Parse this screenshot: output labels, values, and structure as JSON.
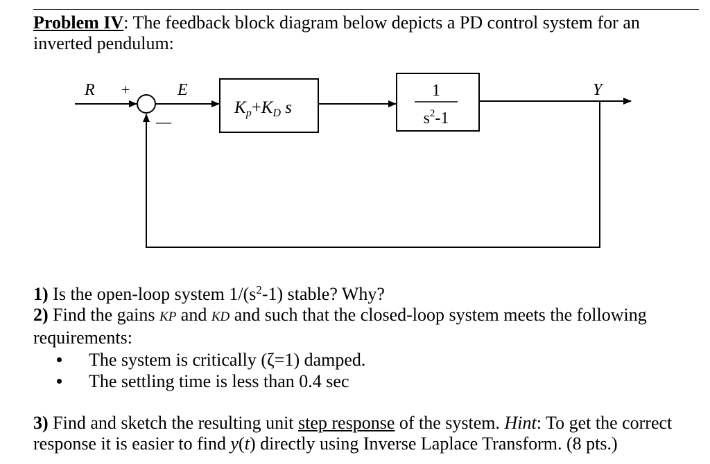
{
  "problem": {
    "heading": "Problem IV",
    "intro": ": The feedback block diagram below depicts a PD control system for an inverted pendulum:"
  },
  "diagram": {
    "signal_r": "R",
    "plus": "+",
    "minus": "—",
    "signal_e": "E",
    "signal_y": "Y",
    "controller": {
      "kp_base": "K",
      "kp_sub": "p",
      "plus": "+",
      "kd_base": "K",
      "kd_sub": "D",
      "s": " s"
    },
    "plant": {
      "numerator": "1",
      "den_base": "s",
      "den_sup": "2",
      "den_rest": "-1"
    }
  },
  "questions": {
    "q1": {
      "num": "1)",
      "text_a": " Is the open-loop system 1/(s",
      "sup": "2",
      "text_b": "-1) stable? Why?"
    },
    "q2": {
      "num": "2)",
      "text_a": " Find the gains ",
      "kp": "KP",
      "text_b": " and ",
      "kd": "KD",
      "text_c": " and such that the closed-loop system meets the following requirements:"
    },
    "bullets": [
      "The system is critically (ζ=1) damped.",
      "The settling time is less than 0.4 sec"
    ],
    "q3": {
      "num": "3)",
      "text_a": " Find and sketch the resulting unit ",
      "underlined": "step response",
      "text_b": " of the system. ",
      "hint_label": "Hint",
      "text_c": ": To get the correct response it is easier to find ",
      "y": "y",
      "paren_open": "(",
      "t": "t",
      "paren_close": ")",
      "text_d": " directly using Inverse Laplace Transform. (8 pts.)"
    }
  }
}
